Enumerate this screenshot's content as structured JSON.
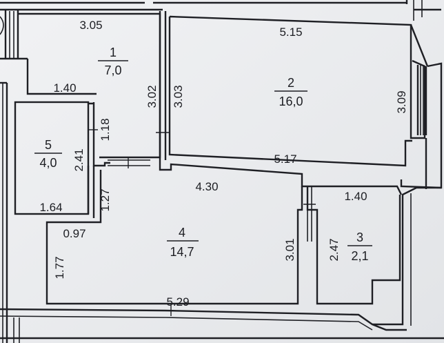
{
  "rooms": [
    {
      "id": "1",
      "number": "1",
      "area": "7,0"
    },
    {
      "id": "2",
      "number": "2",
      "area": "16,0"
    },
    {
      "id": "3",
      "number": "3",
      "area": "2,1"
    },
    {
      "id": "4",
      "number": "4",
      "area": "14,7"
    },
    {
      "id": "5",
      "number": "5",
      "area": "4,0"
    }
  ],
  "dimensions": {
    "d305": "3.05",
    "d515": "5.15",
    "d140a": "1.40",
    "d302": "3.02",
    "d303": "3.03",
    "d309": "3.09",
    "d118": "1.18",
    "d241": "2.41",
    "d517": "5.17",
    "d430": "4.30",
    "d140b": "1.40",
    "d127": "1.27",
    "d164": "1.64",
    "d097": "0.97",
    "d301": "3.01",
    "d247": "2.47",
    "d177": "1.77",
    "d529": "5.29"
  }
}
